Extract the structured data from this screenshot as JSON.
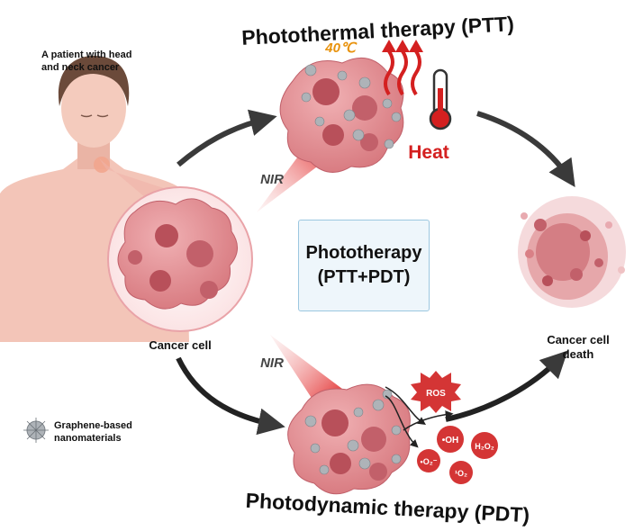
{
  "titles": {
    "ptt": "Photothermal therapy (PTT)",
    "pdt": "Photodynamic therapy (PDT)"
  },
  "patient_label": [
    "A patient with head",
    "and neck cancer"
  ],
  "cancer_cell_label": "Cancer cell",
  "death_label": [
    "Cancer cell",
    "death"
  ],
  "center_box": [
    "Phototherapy",
    "(PTT+PDT)"
  ],
  "nir_top": "NIR",
  "nir_bottom": "NIR",
  "temperature": "40℃",
  "heat": "Heat",
  "ros": "ROS",
  "species": {
    "oh": "•OH",
    "h2o2": "H₂O₂",
    "o2_radical": "•O₂⁻",
    "singlet_o2": "¹O₂"
  },
  "legend": [
    "Graphene-based",
    "nanomaterials"
  ],
  "colors": {
    "heat_red": "#d42020",
    "temp_orange": "#e8920c",
    "cell_pink": "#e48c90",
    "cell_dark": "#b8505a",
    "arrow": "#3a3a3a",
    "box_border": "#9cc7e0",
    "box_fill": "#eef6fb",
    "ros_red": "#d43535"
  }
}
